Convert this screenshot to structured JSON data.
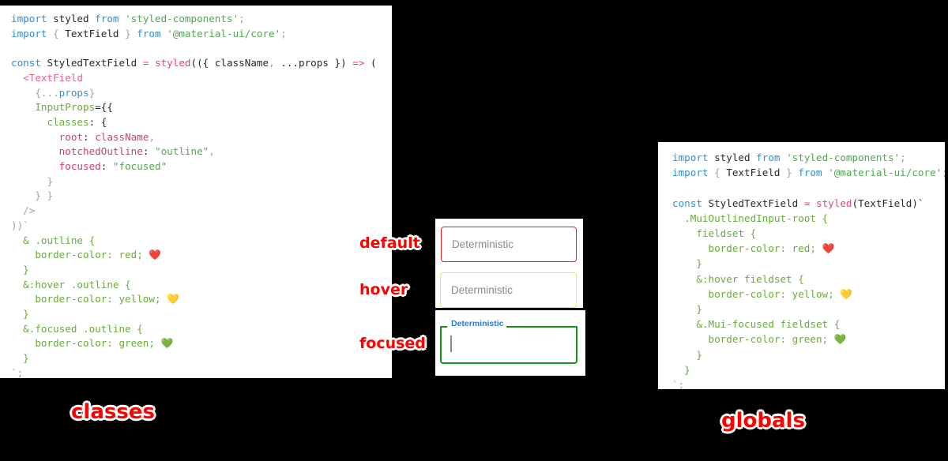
{
  "background_color": "#000000",
  "accent_color": "#ff0000",
  "panels": {
    "classes": {
      "caption": "classes",
      "code_lines": [
        {
          "tokens": [
            {
              "t": "import ",
              "c": "t-kw"
            },
            {
              "t": "styled ",
              "c": "t-plain"
            },
            {
              "t": "from ",
              "c": "t-kw"
            },
            {
              "t": "'styled-components'",
              "c": "t-str"
            },
            {
              "t": ";",
              "c": "t-punct"
            }
          ]
        },
        {
          "tokens": [
            {
              "t": "import ",
              "c": "t-kw"
            },
            {
              "t": "{ ",
              "c": "t-punct"
            },
            {
              "t": "TextField",
              "c": "t-plain"
            },
            {
              "t": " } ",
              "c": "t-punct"
            },
            {
              "t": "from ",
              "c": "t-kw"
            },
            {
              "t": "'@material-ui/core'",
              "c": "t-str"
            },
            {
              "t": ";",
              "c": "t-punct"
            }
          ]
        },
        {
          "tokens": []
        },
        {
          "tokens": [
            {
              "t": "const ",
              "c": "t-kw"
            },
            {
              "t": "StyledTextField ",
              "c": "t-plain"
            },
            {
              "t": "= ",
              "c": "t-op"
            },
            {
              "t": "styled",
              "c": "t-fn"
            },
            {
              "t": "(({ ",
              "c": "t-plain"
            },
            {
              "t": "className",
              "c": "t-plain"
            },
            {
              "t": ", ",
              "c": "t-punct"
            },
            {
              "t": "...props",
              "c": "t-plain"
            },
            {
              "t": " }) ",
              "c": "t-plain"
            },
            {
              "t": "=> ",
              "c": "t-op"
            },
            {
              "t": "(",
              "c": "t-plain"
            }
          ]
        },
        {
          "tokens": [
            {
              "t": "  <TextField",
              "c": "t-tag"
            }
          ]
        },
        {
          "tokens": [
            {
              "t": "    {...",
              "c": "t-punct"
            },
            {
              "t": "props",
              "c": "t-var"
            },
            {
              "t": "}",
              "c": "t-punct"
            }
          ]
        },
        {
          "tokens": [
            {
              "t": "    ",
              "c": "t-plain"
            },
            {
              "t": "InputProps",
              "c": "t-attr"
            },
            {
              "t": "={{",
              "c": "t-plain"
            }
          ]
        },
        {
          "tokens": [
            {
              "t": "      ",
              "c": "t-plain"
            },
            {
              "t": "classes",
              "c": "t-attr"
            },
            {
              "t": ": {",
              "c": "t-plain"
            }
          ]
        },
        {
          "tokens": [
            {
              "t": "        ",
              "c": "t-plain"
            },
            {
              "t": "root",
              "c": "t-prop"
            },
            {
              "t": ": ",
              "c": "t-plain"
            },
            {
              "t": "className",
              "c": "t-prop"
            },
            {
              "t": ",",
              "c": "t-punct"
            }
          ]
        },
        {
          "tokens": [
            {
              "t": "        ",
              "c": "t-plain"
            },
            {
              "t": "notchedOutline",
              "c": "t-prop"
            },
            {
              "t": ": ",
              "c": "t-plain"
            },
            {
              "t": "\"outline\"",
              "c": "t-str"
            },
            {
              "t": ",",
              "c": "t-punct"
            }
          ]
        },
        {
          "tokens": [
            {
              "t": "        ",
              "c": "t-plain"
            },
            {
              "t": "focused",
              "c": "t-prop"
            },
            {
              "t": ": ",
              "c": "t-plain"
            },
            {
              "t": "\"focused\"",
              "c": "t-str"
            }
          ]
        },
        {
          "tokens": [
            {
              "t": "      }",
              "c": "t-punct"
            }
          ]
        },
        {
          "tokens": [
            {
              "t": "    } }",
              "c": "t-punct"
            }
          ]
        },
        {
          "tokens": [
            {
              "t": "  />",
              "c": "t-punct"
            }
          ]
        },
        {
          "tokens": [
            {
              "t": "))`",
              "c": "t-punct"
            }
          ]
        },
        {
          "tokens": [
            {
              "t": "  & .outline {",
              "c": "t-css"
            }
          ]
        },
        {
          "tokens": [
            {
              "t": "    border-color: red; ",
              "c": "t-css"
            },
            {
              "t": "❤️",
              "c": "emoji"
            }
          ]
        },
        {
          "tokens": [
            {
              "t": "  }",
              "c": "t-css"
            }
          ]
        },
        {
          "tokens": [
            {
              "t": "  &:hover .outline {",
              "c": "t-css"
            }
          ]
        },
        {
          "tokens": [
            {
              "t": "    border-color: yellow; ",
              "c": "t-css"
            },
            {
              "t": "💛",
              "c": "emoji"
            }
          ]
        },
        {
          "tokens": [
            {
              "t": "  }",
              "c": "t-css"
            }
          ]
        },
        {
          "tokens": [
            {
              "t": "  &.focused .outline {",
              "c": "t-css"
            }
          ]
        },
        {
          "tokens": [
            {
              "t": "    border-color: green; ",
              "c": "t-css"
            },
            {
              "t": "💚",
              "c": "emoji"
            }
          ]
        },
        {
          "tokens": [
            {
              "t": "  }",
              "c": "t-css"
            }
          ]
        },
        {
          "tokens": [
            {
              "t": "`;",
              "c": "t-punct"
            }
          ]
        }
      ]
    },
    "globals": {
      "caption": "globals",
      "code_lines": [
        {
          "tokens": [
            {
              "t": "import ",
              "c": "t-kw"
            },
            {
              "t": "styled ",
              "c": "t-plain"
            },
            {
              "t": "from ",
              "c": "t-kw"
            },
            {
              "t": "'styled-components'",
              "c": "t-str"
            },
            {
              "t": ";",
              "c": "t-punct"
            }
          ]
        },
        {
          "tokens": [
            {
              "t": "import ",
              "c": "t-kw"
            },
            {
              "t": "{ ",
              "c": "t-punct"
            },
            {
              "t": "TextField",
              "c": "t-plain"
            },
            {
              "t": " } ",
              "c": "t-punct"
            },
            {
              "t": "from ",
              "c": "t-kw"
            },
            {
              "t": "'@material-ui/core'",
              "c": "t-str"
            },
            {
              "t": ";",
              "c": "t-punct"
            }
          ]
        },
        {
          "tokens": []
        },
        {
          "tokens": [
            {
              "t": "const ",
              "c": "t-kw"
            },
            {
              "t": "StyledTextField ",
              "c": "t-plain"
            },
            {
              "t": "= ",
              "c": "t-op"
            },
            {
              "t": "styled",
              "c": "t-fn"
            },
            {
              "t": "(",
              "c": "t-plain"
            },
            {
              "t": "TextField",
              "c": "t-plain"
            },
            {
              "t": ")`",
              "c": "t-plain"
            }
          ]
        },
        {
          "tokens": [
            {
              "t": "  .MuiOutlinedInput-root {",
              "c": "t-css"
            }
          ]
        },
        {
          "tokens": [
            {
              "t": "    fieldset {",
              "c": "t-css"
            }
          ]
        },
        {
          "tokens": [
            {
              "t": "      border-color: red; ",
              "c": "t-css"
            },
            {
              "t": "❤️",
              "c": "emoji"
            }
          ]
        },
        {
          "tokens": [
            {
              "t": "    }",
              "c": "t-css"
            }
          ]
        },
        {
          "tokens": [
            {
              "t": "    &:hover fieldset {",
              "c": "t-css"
            }
          ]
        },
        {
          "tokens": [
            {
              "t": "      border-color: yellow; ",
              "c": "t-css"
            },
            {
              "t": "💛",
              "c": "emoji"
            }
          ]
        },
        {
          "tokens": [
            {
              "t": "    }",
              "c": "t-css"
            }
          ]
        },
        {
          "tokens": [
            {
              "t": "    &.Mui-focused fieldset {",
              "c": "t-css"
            }
          ]
        },
        {
          "tokens": [
            {
              "t": "      border-color: green; ",
              "c": "t-css"
            },
            {
              "t": "💚",
              "c": "emoji"
            }
          ]
        },
        {
          "tokens": [
            {
              "t": "    }",
              "c": "t-css"
            }
          ]
        },
        {
          "tokens": [
            {
              "t": "  }",
              "c": "t-css"
            }
          ]
        },
        {
          "tokens": [
            {
              "t": "`;",
              "c": "t-punct"
            }
          ]
        }
      ]
    }
  },
  "demo": {
    "fields": [
      {
        "state": "default",
        "value": "Deterministic",
        "border_color": "#f01818"
      },
      {
        "state": "hover",
        "value": "Deterministic",
        "border_color": "#f7f014"
      },
      {
        "state": "focused",
        "label": "Deterministic",
        "value": "",
        "border_color": "#149614",
        "label_color": "#2979d8"
      }
    ]
  },
  "annotations": {
    "default": "default",
    "hover": "hover",
    "focused": "focused"
  }
}
